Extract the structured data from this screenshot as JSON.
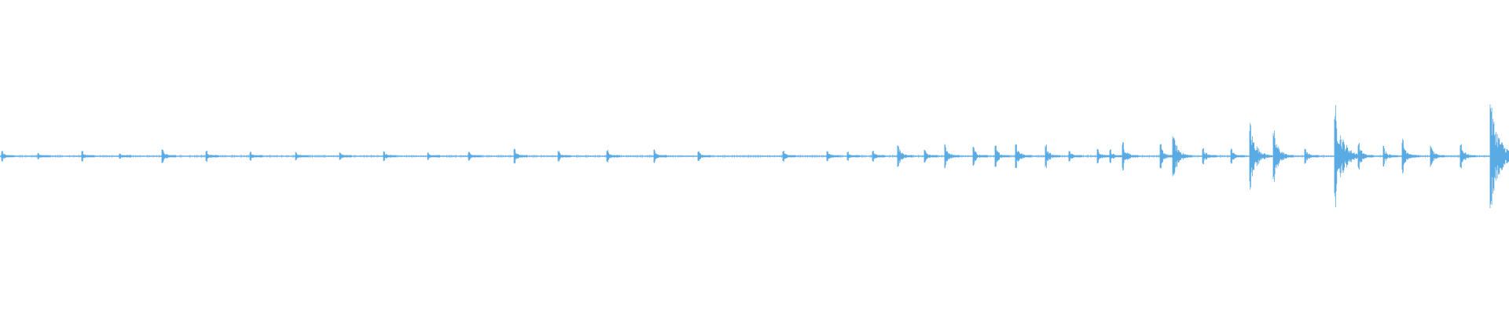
{
  "waveform": {
    "color": "#5aaae3",
    "pulse_amplitudes": [
      0.08,
      0.05,
      0.09,
      0.04,
      0.12,
      0.09,
      0.07,
      0.07,
      0.06,
      0.08,
      0.06,
      0.07,
      0.11,
      0.09,
      0.1,
      0.1,
      0.08,
      0.09,
      0.09,
      0.07,
      0.09,
      0.18,
      0.1,
      0.18,
      0.14,
      0.16,
      0.2,
      0.18,
      0.1,
      0.12,
      0.1,
      0.23,
      0.18,
      0.36,
      0.14,
      0.12,
      0.5,
      0.38,
      0.12,
      0.76,
      0.2,
      0.16,
      0.26,
      0.16,
      0.2,
      0.86
    ]
  }
}
